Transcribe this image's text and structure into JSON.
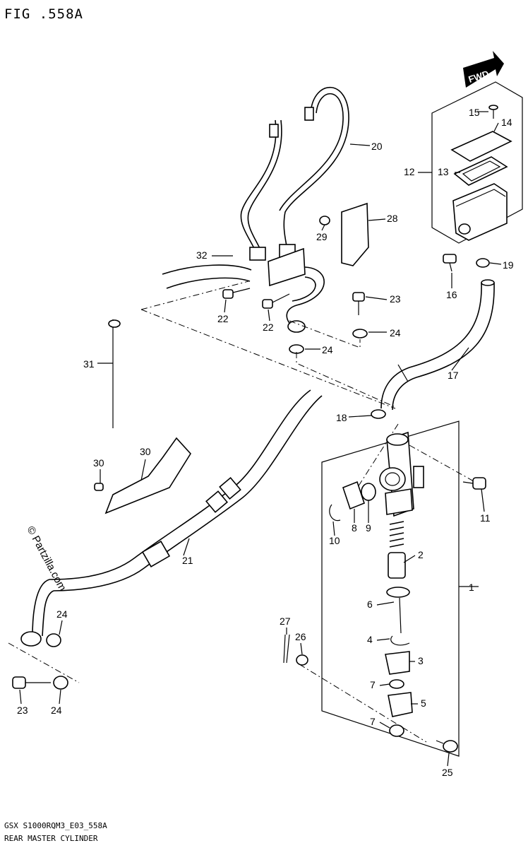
{
  "figure": {
    "title": "FIG .558A",
    "footer_code": "GSX  S1000RQM3_E03_558A",
    "footer_name": "REAR MASTER CYLINDER",
    "watermark": "© Partzilla.com",
    "fwd_label": "FWD"
  },
  "callouts": [
    {
      "id": "c1",
      "text": "1"
    },
    {
      "id": "c2",
      "text": "2"
    },
    {
      "id": "c3",
      "text": "3"
    },
    {
      "id": "c4",
      "text": "4"
    },
    {
      "id": "c5",
      "text": "5"
    },
    {
      "id": "c6",
      "text": "6"
    },
    {
      "id": "c7a",
      "text": "7"
    },
    {
      "id": "c7b",
      "text": "7"
    },
    {
      "id": "c8",
      "text": "8"
    },
    {
      "id": "c9",
      "text": "9"
    },
    {
      "id": "c10",
      "text": "10"
    },
    {
      "id": "c11",
      "text": "11"
    },
    {
      "id": "c12",
      "text": "12"
    },
    {
      "id": "c13",
      "text": "13"
    },
    {
      "id": "c14",
      "text": "14"
    },
    {
      "id": "c15",
      "text": "15"
    },
    {
      "id": "c16",
      "text": "16"
    },
    {
      "id": "c17",
      "text": "17"
    },
    {
      "id": "c18",
      "text": "18"
    },
    {
      "id": "c19",
      "text": "19"
    },
    {
      "id": "c20",
      "text": "20"
    },
    {
      "id": "c21",
      "text": "21"
    },
    {
      "id": "c22a",
      "text": "22"
    },
    {
      "id": "c22b",
      "text": "22"
    },
    {
      "id": "c23a",
      "text": "23"
    },
    {
      "id": "c23b",
      "text": "23"
    },
    {
      "id": "c24a",
      "text": "24"
    },
    {
      "id": "c24b",
      "text": "24"
    },
    {
      "id": "c24c",
      "text": "24"
    },
    {
      "id": "c24d",
      "text": "24"
    },
    {
      "id": "c25",
      "text": "25"
    },
    {
      "id": "c26",
      "text": "26"
    },
    {
      "id": "c27",
      "text": "27"
    },
    {
      "id": "c28",
      "text": "28"
    },
    {
      "id": "c29",
      "text": "29"
    },
    {
      "id": "c30a",
      "text": "30"
    },
    {
      "id": "c30b",
      "text": "30"
    },
    {
      "id": "c31",
      "text": "31"
    },
    {
      "id": "c32",
      "text": "32"
    }
  ]
}
